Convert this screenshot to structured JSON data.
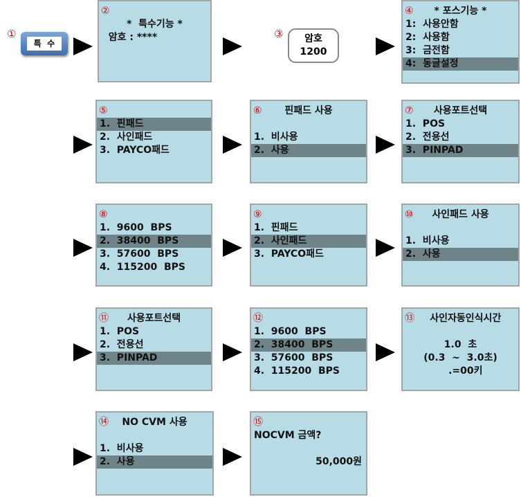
{
  "step1": {
    "badge": "①",
    "button_label": "특  수"
  },
  "step3": {
    "badge": "③",
    "line1": "암호",
    "line2": "1200"
  },
  "screens": [
    {
      "id": "s2",
      "badge": "②",
      "rows": [
        {
          "text": ""
        },
        {
          "text": "*  특수기능 *",
          "align": "title"
        },
        {
          "text": "  암호 : ****"
        }
      ]
    },
    {
      "id": "s4",
      "badge": "④",
      "rows": [
        {
          "text": "* 포스기능 *",
          "align": "title"
        },
        {
          "text": "1:  사용안함"
        },
        {
          "text": "2:  사용함"
        },
        {
          "text": "3:  금전함"
        },
        {
          "text": "4:  동글설정",
          "hl": true
        }
      ]
    },
    {
      "id": "s5",
      "badge": "⑤",
      "rows": [
        {
          "text": ""
        },
        {
          "text": "1.  핀패드",
          "hl": true
        },
        {
          "text": "2.  사인패드"
        },
        {
          "text": "3.  PAYCO패드"
        }
      ]
    },
    {
      "id": "s6",
      "badge": "⑥",
      "rows": [
        {
          "text": "핀패드 사용",
          "align": "title"
        },
        {
          "text": ""
        },
        {
          "text": "1.  비사용"
        },
        {
          "text": "2.  사용",
          "hl": true
        }
      ]
    },
    {
      "id": "s7",
      "badge": "⑦",
      "rows": [
        {
          "text": "사용포트선택",
          "align": "title"
        },
        {
          "text": "1.  POS"
        },
        {
          "text": "2.  전용선"
        },
        {
          "text": "3.  PINPAD",
          "hl": true
        }
      ]
    },
    {
      "id": "s8",
      "badge": "⑧",
      "rows": [
        {
          "text": ""
        },
        {
          "text": "1.  9600  BPS"
        },
        {
          "text": "2.  38400  BPS",
          "hl": true
        },
        {
          "text": "3.  57600  BPS"
        },
        {
          "text": "4.  115200  BPS"
        }
      ]
    },
    {
      "id": "s9",
      "badge": "⑨",
      "rows": [
        {
          "text": ""
        },
        {
          "text": "1.  핀패드"
        },
        {
          "text": "2.  사인패드",
          "hl": true
        },
        {
          "text": "3.  PAYCO패드"
        }
      ]
    },
    {
      "id": "s10",
      "badge": "⑩",
      "rows": [
        {
          "text": "사인패드 사용",
          "align": "title"
        },
        {
          "text": ""
        },
        {
          "text": "1.  비사용"
        },
        {
          "text": "2.  사용",
          "hl": true
        }
      ]
    },
    {
      "id": "s11",
      "badge": "⑪",
      "rows": [
        {
          "text": "사용포트선택",
          "align": "title"
        },
        {
          "text": "1.  POS"
        },
        {
          "text": "2.  전용선"
        },
        {
          "text": "3.  PINPAD",
          "hl": true
        }
      ]
    },
    {
      "id": "s12",
      "badge": "⑫",
      "rows": [
        {
          "text": ""
        },
        {
          "text": "1.  9600  BPS"
        },
        {
          "text": "2.  38400  BPS",
          "hl": true
        },
        {
          "text": "3.  57600  BPS"
        },
        {
          "text": "4.  115200  BPS"
        }
      ]
    },
    {
      "id": "s13",
      "badge": "⑬",
      "rows": [
        {
          "text": "   사인자동인식시간",
          "align": "title"
        },
        {
          "text": ""
        },
        {
          "text": "1.0  초",
          "align": "center"
        },
        {
          "text": "(0.3  ~  3.0초)",
          "align": "center"
        },
        {
          "text": "   .=00키",
          "align": "center"
        }
      ]
    },
    {
      "id": "s14",
      "badge": "⑭",
      "rows": [
        {
          "text": "NO CVM 사용",
          "align": "title"
        },
        {
          "text": ""
        },
        {
          "text": "1.  비사용"
        },
        {
          "text": "2.  사용",
          "hl": true
        }
      ]
    },
    {
      "id": "s15",
      "badge": "⑮",
      "rows": [
        {
          "text": ""
        },
        {
          "text": "NOCVM 금액?"
        },
        {
          "text": ""
        },
        {
          "text": "50,000원",
          "align": "right"
        }
      ]
    }
  ]
}
